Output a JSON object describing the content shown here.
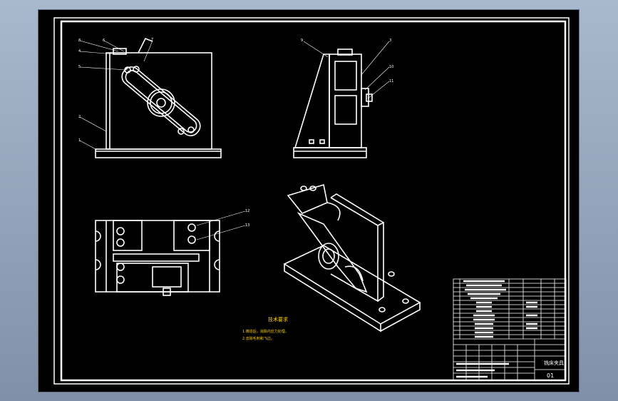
{
  "colors": {
    "background": "#000000",
    "linework": "#ffffff",
    "annotation": "#ffd200",
    "leader": "#ffffff"
  },
  "drawing_sheet": {
    "part_labels_front": [
      "8",
      "6",
      "4",
      "5",
      "2",
      "1",
      "7"
    ],
    "part_labels_side": [
      "9",
      "3",
      "10",
      "11"
    ],
    "part_labels_top": [
      "12",
      "13"
    ],
    "technical_requirements": {
      "title": "技术要求",
      "line1": "1.铸造后，消除内应力处理。",
      "line2": "2.去除毛刺和飞边。"
    },
    "title_block": {
      "drawing_name": "铣床夹具",
      "drawing_number": "01"
    }
  }
}
